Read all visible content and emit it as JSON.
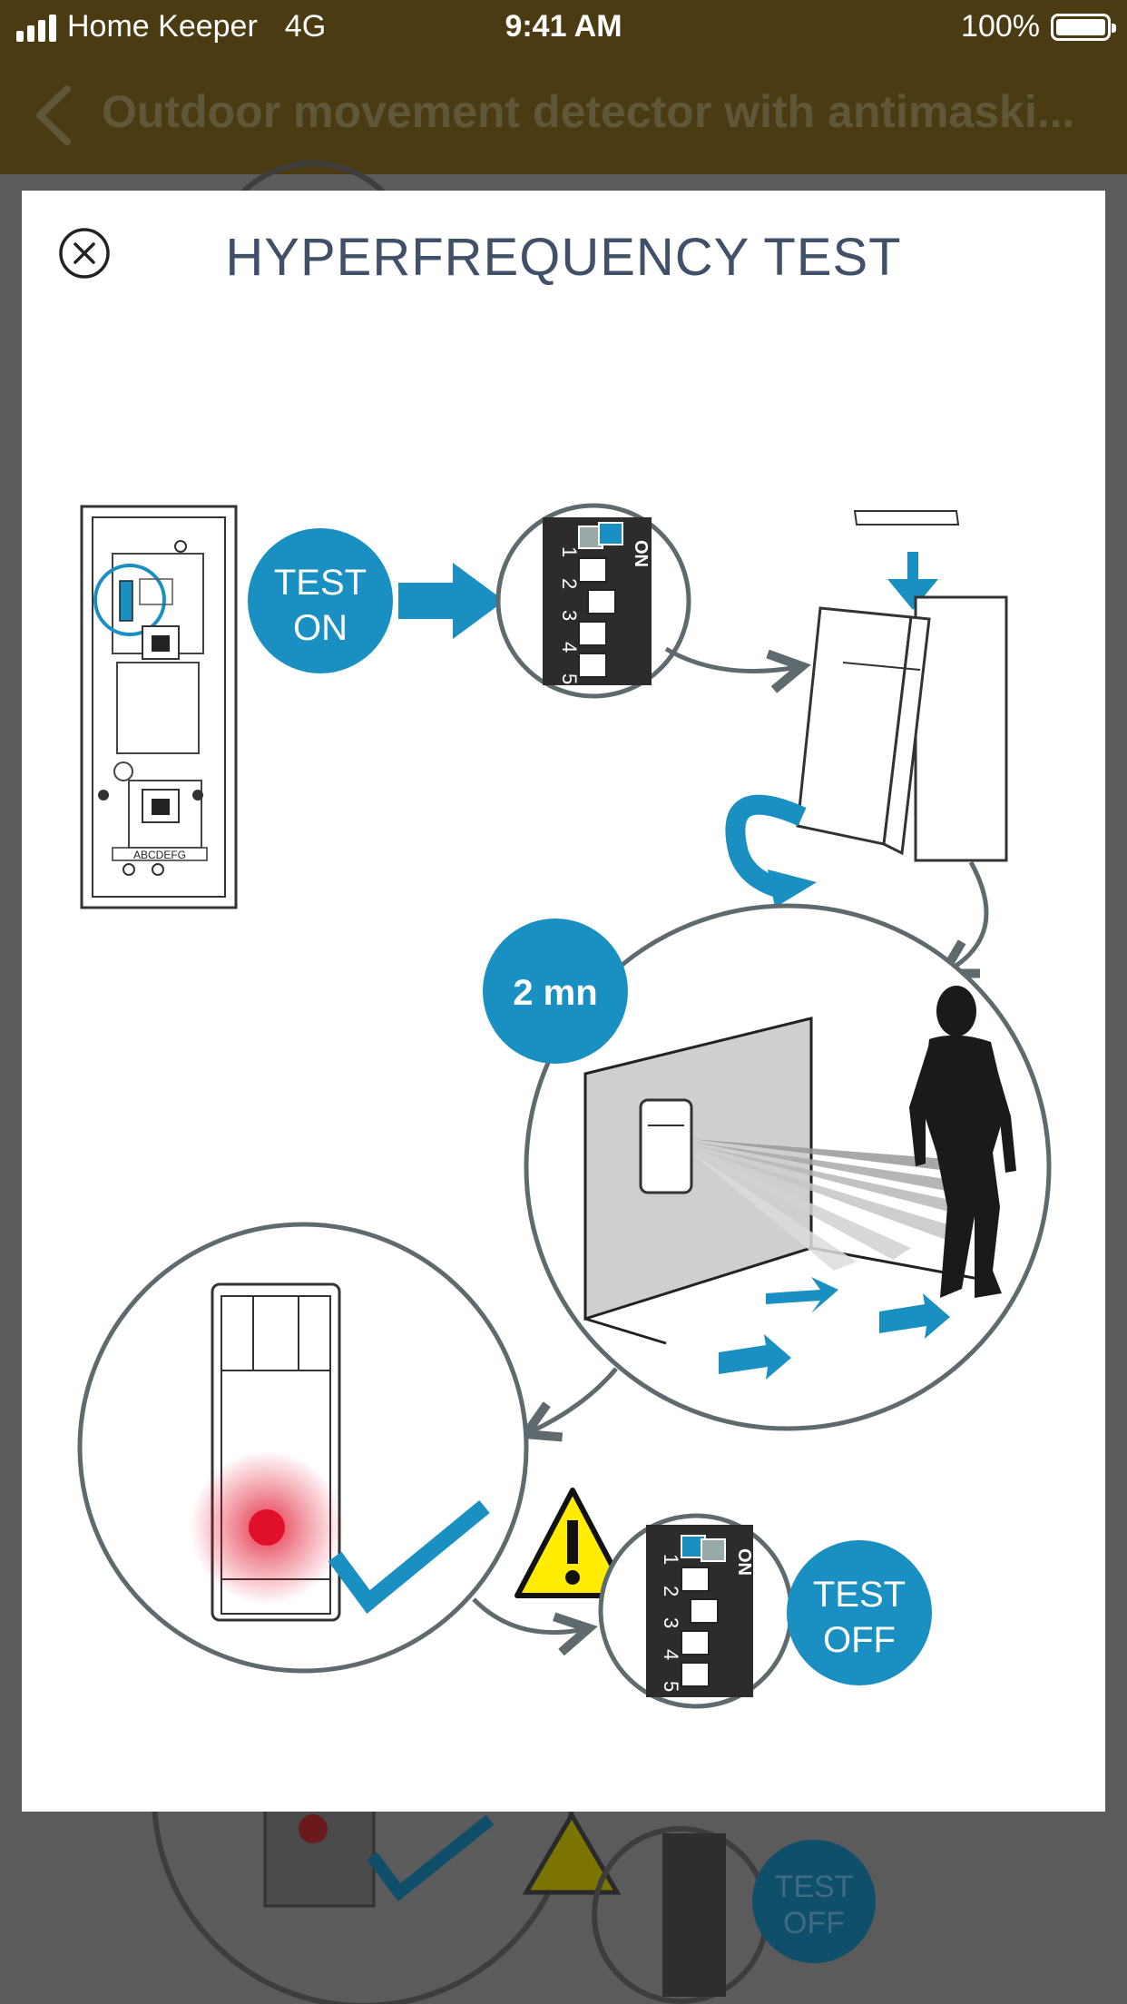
{
  "status_bar": {
    "carrier": "Home Keeper",
    "network": "4G",
    "time": "9:41 AM",
    "battery": "100%"
  },
  "nav": {
    "title": "Outdoor movement detector with antimaski..."
  },
  "modal": {
    "title": "HYPERFREQUENCY TEST"
  },
  "illustration": {
    "test_on_line1": "TEST",
    "test_on_line2": "ON",
    "timer": "2 mn",
    "test_off_line1": "TEST",
    "test_off_line2": "OFF",
    "dip_on_label": "ON",
    "dip_numbers": [
      "1",
      "2",
      "3",
      "4",
      "5"
    ],
    "detector_letters": "ABCDEFG"
  },
  "colors": {
    "accent_blue": "#1a8fc1",
    "title_color": "#3f5068",
    "header_brown": "#4b3b12",
    "led_red": "#e0102a",
    "warning_yellow": "#ffec00"
  }
}
